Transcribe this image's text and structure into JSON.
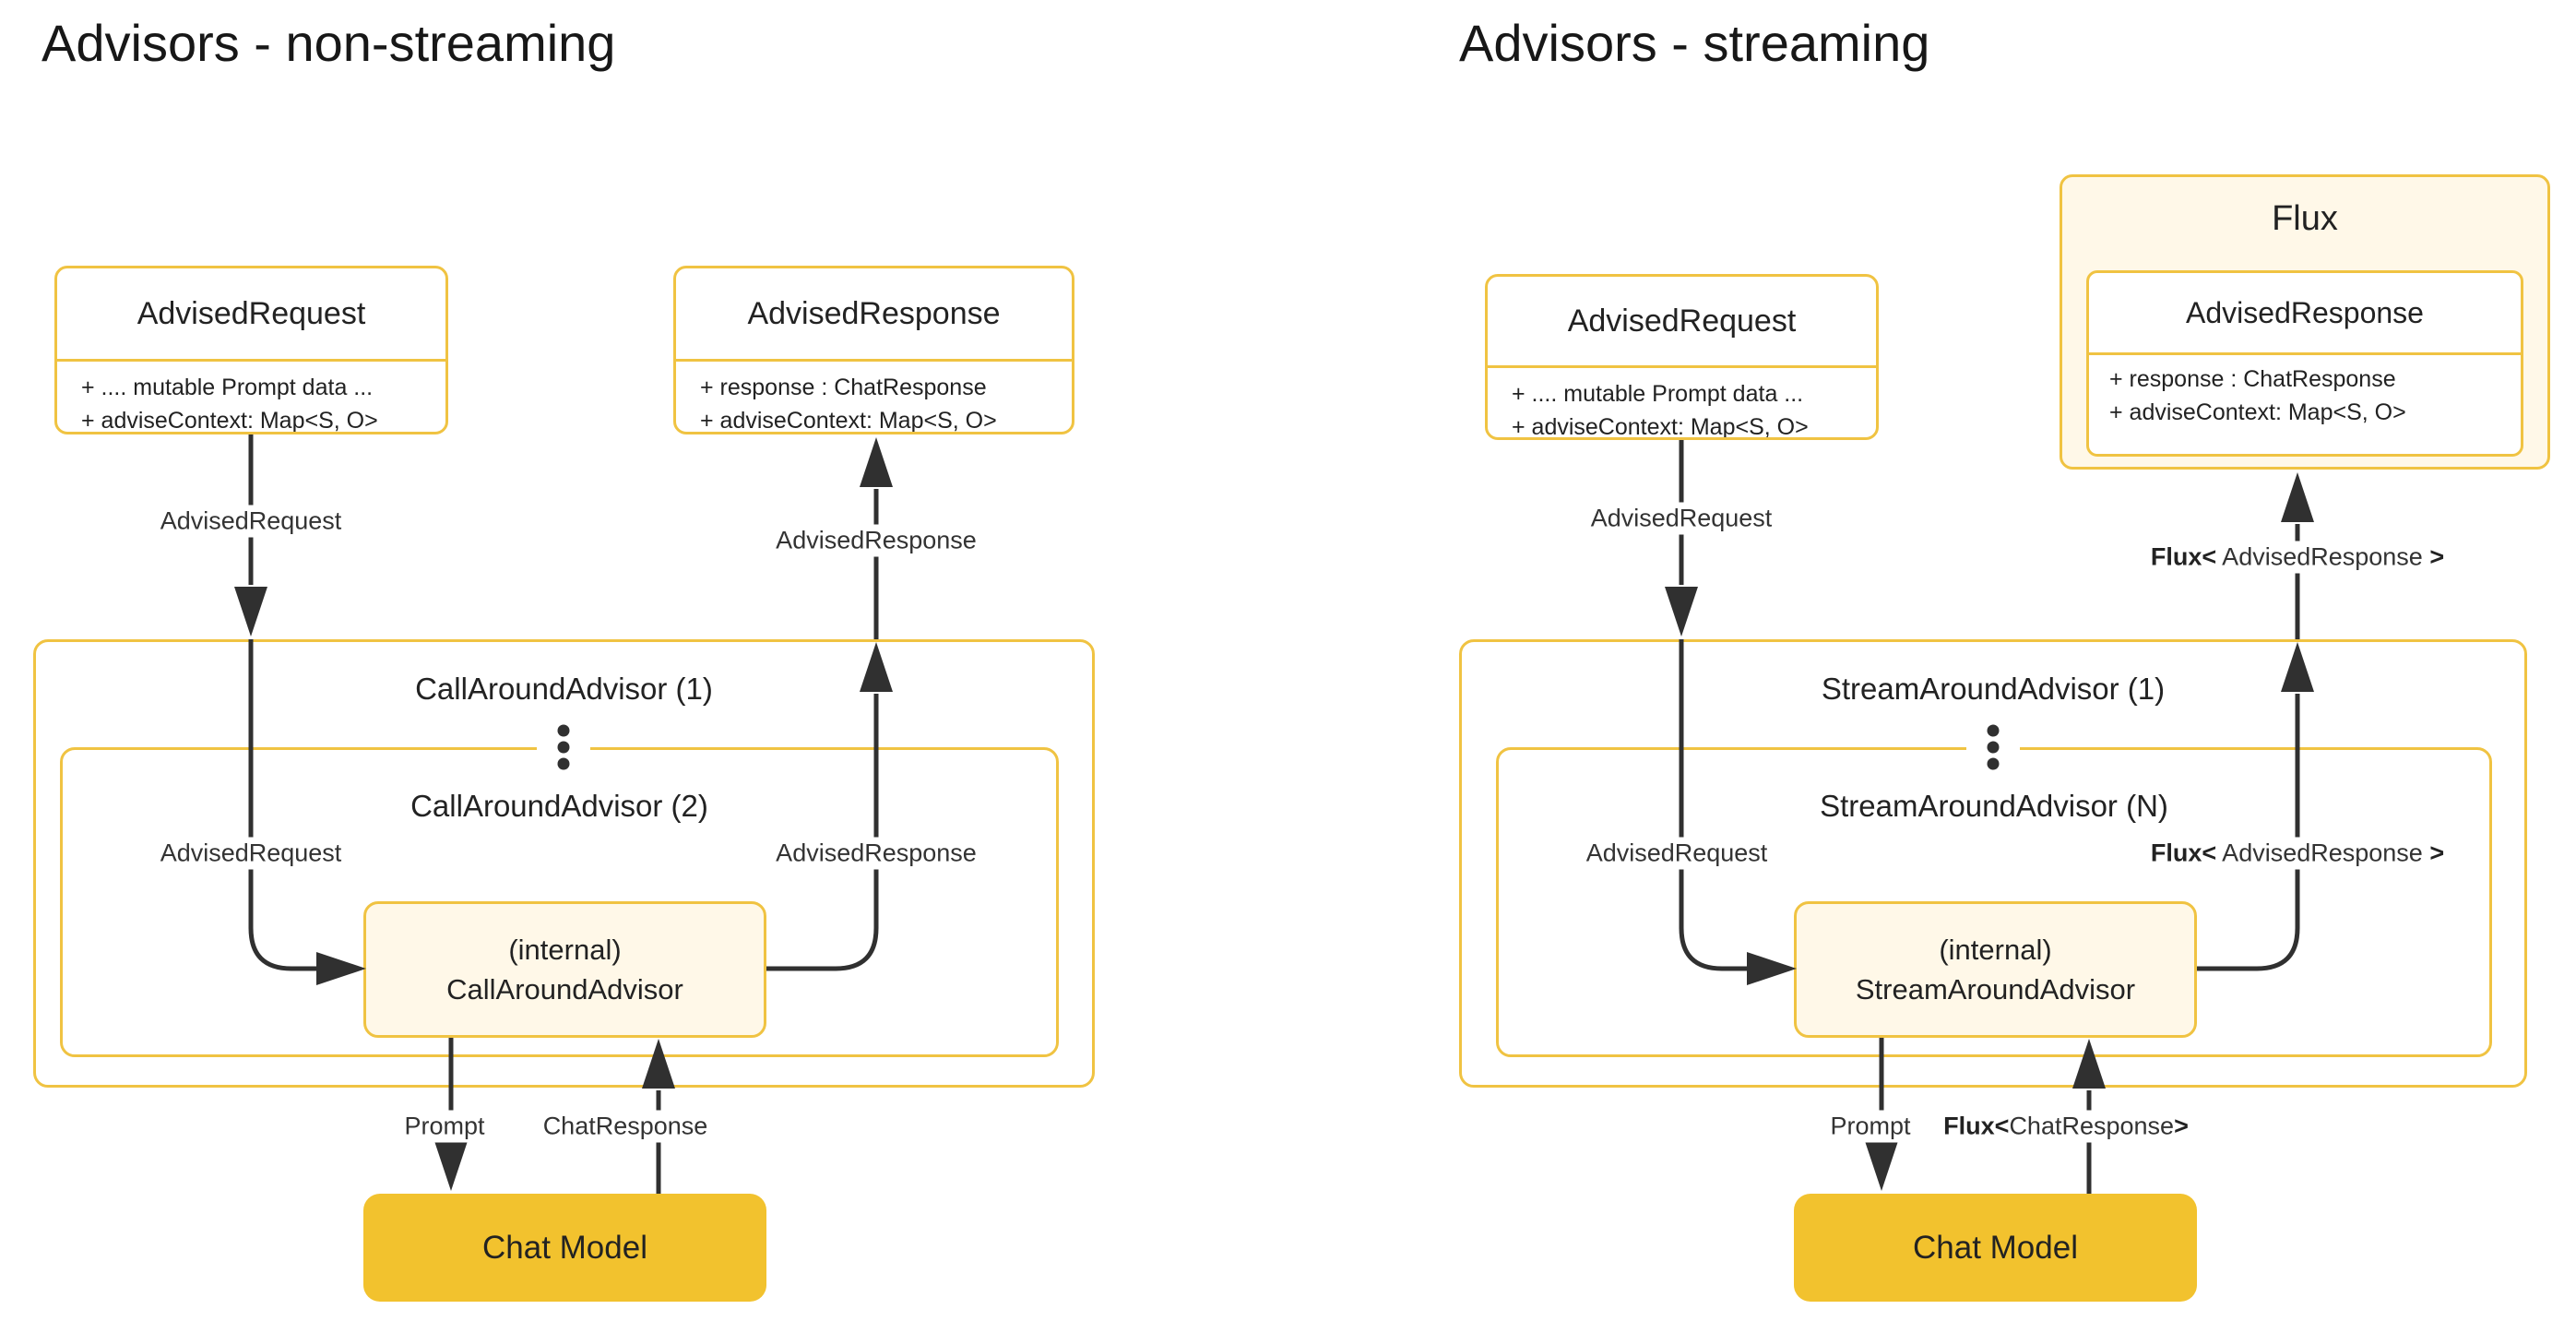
{
  "colors": {
    "box_border": "#F0C342",
    "cream_fill": "#FFF8E8",
    "gold_fill": "#F2C22E",
    "line": "#303030",
    "text": "#1F1F1F"
  },
  "left": {
    "title": "Advisors - non-streaming",
    "advised_request": {
      "title": "AdvisedRequest",
      "fields": [
        "+ .... mutable Prompt data ...",
        "+ adviseContext: Map<S, O>"
      ]
    },
    "advised_response": {
      "title": "AdvisedResponse",
      "fields": [
        "+ response : ChatResponse",
        "+ adviseContext: Map<S, O>"
      ]
    },
    "outer_advisor": "CallAroundAdvisor (1)",
    "inner_advisor": "CallAroundAdvisor (2)",
    "internal_advisor_line1": "(internal)",
    "internal_advisor_line2": "CallAroundAdvisor",
    "chat_model": "Chat Model",
    "labels": {
      "request_top": "AdvisedRequest",
      "response_top": "AdvisedResponse",
      "request_inner": "AdvisedRequest",
      "response_inner": "AdvisedResponse",
      "prompt": "Prompt",
      "chat_response": "ChatResponse"
    }
  },
  "right": {
    "title": "Advisors - streaming",
    "advised_request": {
      "title": "AdvisedRequest",
      "fields": [
        "+ .... mutable Prompt data ...",
        "+ adviseContext: Map<S, O>"
      ]
    },
    "flux": {
      "title": "Flux",
      "advised_response": {
        "title": "AdvisedResponse",
        "fields": [
          "+ response : ChatResponse",
          "+ adviseContext: Map<S, O>"
        ]
      }
    },
    "outer_advisor": "StreamAroundAdvisor (1)",
    "inner_advisor": "StreamAroundAdvisor (N)",
    "internal_advisor_line1": "(internal)",
    "internal_advisor_line2": "StreamAroundAdvisor",
    "chat_model": "Chat Model",
    "labels": {
      "request_top": "AdvisedRequest",
      "response_top_bold": "Flux<",
      "response_top_mid": " AdvisedResponse ",
      "response_top_close": ">",
      "request_inner": "AdvisedRequest",
      "response_inner_bold": "Flux<",
      "response_inner_mid": " AdvisedResponse ",
      "response_inner_close": ">",
      "prompt": "Prompt",
      "flux_chat_bold": "Flux<",
      "flux_chat_mid": "ChatResponse",
      "flux_chat_close": ">"
    }
  }
}
